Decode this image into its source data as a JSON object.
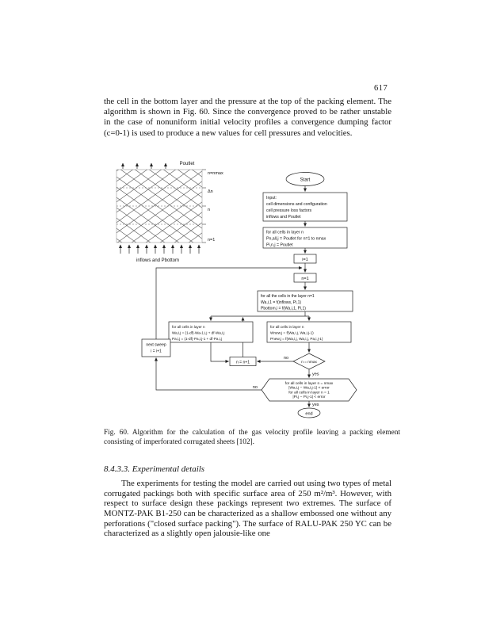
{
  "page": {
    "number": "617"
  },
  "paragraphs": {
    "p1": "the cell in the bottom layer and the pressure at the top of the packing element. The algorithm is shown in Fig. 60. Since the convergence proved to be rather unstable in the case of nonuniform initial velocity profiles a convergence dumping factor (c=0-1) is used to produce a new values for cell pressures and velocities."
  },
  "figure": {
    "caption": "Fig. 60. Algorithm for the calculation of the gas velocity profile leaving a packing element consisting of imperforated corrugated sheets [102].",
    "mesh": {
      "top_label": "Poutlet",
      "right_labels": [
        "n=nmax",
        "Δn",
        "n",
        "n=1"
      ],
      "bottom_label": "inflows and Pbottom"
    },
    "flowchart": {
      "start": "Start",
      "input": [
        "Input:",
        "cell dimensions and configuration",
        "cell pressure loss factors",
        "inflows and Poutlet"
      ],
      "init": [
        "for all cells in layer n",
        "Pn,all,j = Poutlet   for n=1 to nmax",
        "Pi,n,j = Poutlet"
      ],
      "i1": "i=1",
      "n1": "n=1",
      "layer1": [
        "for all the cells in the layer n=1",
        "Wa,i,1 = f(inflows, Pi,1)",
        "Pbottom,i = f(Wa,i,1, Pi,1)"
      ],
      "relax": [
        "for all cells in layer n",
        "Wa,i,j = (1-df)·Wa-1,i,j + df·Wa,i,j",
        "Pa,i,j = (1-df)·Pa,i,j-1 + df·Pa,i,j"
      ],
      "compute": [
        "for all cells in layer n",
        "Wnew,j = f(Wa,i,j, Wa,i,j-1)",
        "Pnew,j = f(Wa,i,j, Wa,i,j, Pa,i,j-1)"
      ],
      "next_sweep": [
        "next sweep",
        "i = i+1"
      ],
      "n_inc": "n = n+1",
      "dec_layers": "n = nmax",
      "no": "no",
      "yes": "yes",
      "conv": [
        "for all cells in layer n = nmax",
        "|Wa,i,j − Wa,i,j-1| < error",
        "for all cells in layer n = 1",
        "|Pi,j − Pi,j-1| < error"
      ],
      "end": "end"
    }
  },
  "section": {
    "heading": "8.4.3.3. Experimental details",
    "body": "The experiments for testing the model are carried out using two types of metal corrugated packings both with specific surface area of 250 m²/m³. However, with respect to surface design these packings represent two extremes. The surface of MONTZ-PAK B1-250 can be characterized as a shallow embossed one without any perforations (\"closed surface packing\"). The surface of RALU-PAK 250 YC can be characterized as a slightly open jalousie-like one"
  }
}
